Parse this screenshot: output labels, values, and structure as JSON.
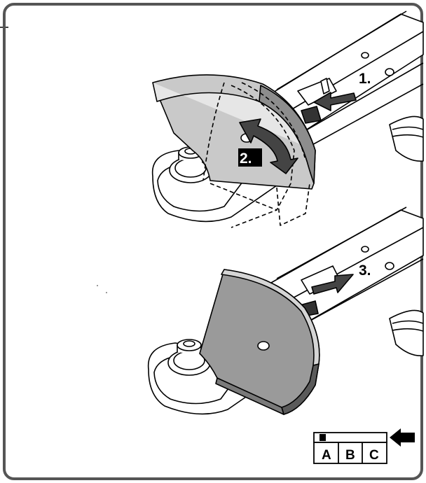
{
  "steps": {
    "step1": "1.",
    "step2": "2.",
    "step3": "3."
  },
  "position_indicator": {
    "positions": [
      "A",
      "B",
      "C"
    ],
    "selected": "A"
  },
  "colors": {
    "frame": "#555555",
    "guard_fill": "#9a9a9a",
    "guard_dark": "#5a5a5a",
    "line": "#000000",
    "highlight": "#ffffff"
  },
  "icons": [
    "arrow-left-icon",
    "rotate-arrow-icon",
    "arrow-right-icon"
  ]
}
